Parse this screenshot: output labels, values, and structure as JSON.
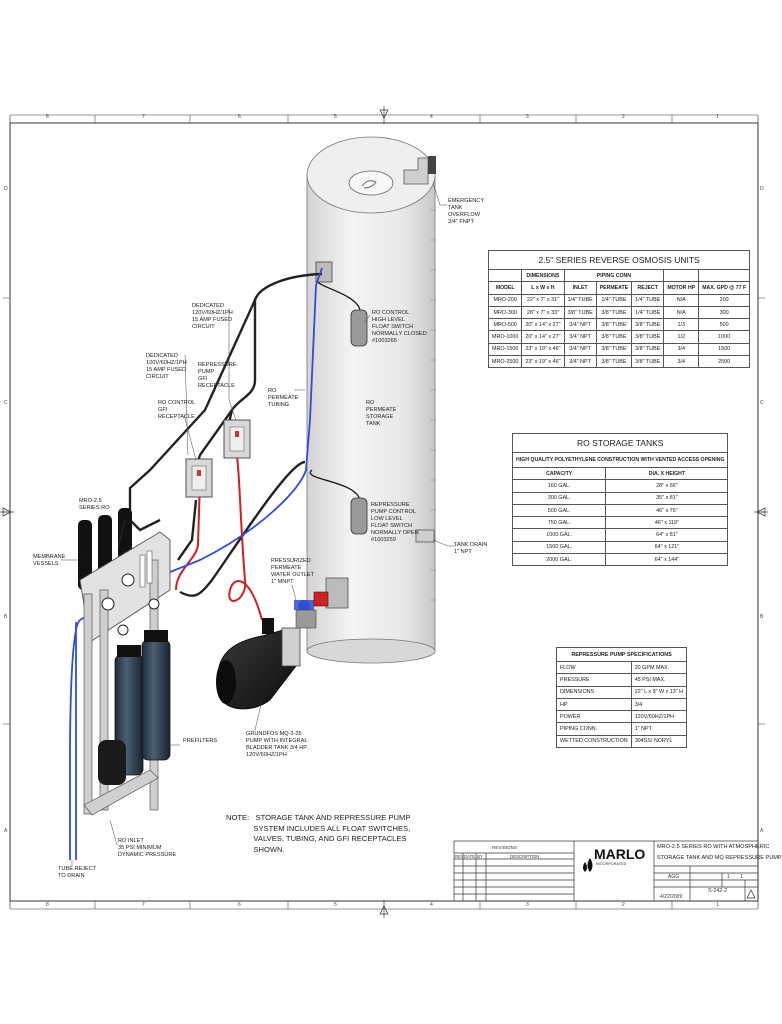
{
  "ruler": {
    "columns": [
      "8",
      "7",
      "6",
      "5",
      "4",
      "3",
      "2",
      "1"
    ],
    "rows": [
      "D",
      "C",
      "B",
      "A"
    ]
  },
  "labels": {
    "emergency_overflow": "EMERGENCY\nTANK\nOVERFLOW\n3/4\" FNPT",
    "ro_control_high": "RO CONTROL\nHIGH LEVEL\nFLOAT SWITCH\nNORMALLY CLOSED\n#1003265",
    "dedicated_15a": "DEDICATED\n120V/60HZ/1PH\n15 AMP FUSED\nCIRCUIT",
    "dedicated_15a_2": "DEDICATED\n120V/60HZ/1PH\n15 AMP FUSED\nCIRCUIT",
    "repressure_gfi": "REPRESSURE\nPUMP\nGFI\nRECEPTACLE",
    "ro_control_gfi": "RO CONTROL\nGFI\nRECEPTACLE",
    "ro_permeate_tubing": "RO\nPERMEATE\nTUBING",
    "ro_permeate_tank": "RO\nPERMEATE\nSTORAGE\nTANK",
    "repressure_low": "REPRESSURE\nPUMP CONTROL\nLOW LEVEL\nFLOAT SWITCH\nNORMALLY OPEN\n#1003259",
    "tank_drain": "TANK DRAIN\n1\" NPT",
    "mro_series": "MRO-2.5\nSERIES RO",
    "membrane_vessels": "MEMBRANE\nVESSELS",
    "pressurized_outlet": "PRESSURIZED\nPERMEATE\nWATER OUTLET\n1\" MNPT",
    "prefilters": "PREFILTERS",
    "grundfos": "GRUNDFOS MQ-3-35\nPUMP WITH INTEGRAL\nBLADDER TANK 3/4 HP\n120V/60HZ/1PH",
    "ro_inlet": "RO INLET\n35 PSI MINIMUM\nDYNAMIC PRESSURE",
    "tube_reject": "TUBE REJECT\nTO DRAIN"
  },
  "note": "NOTE:   STORAGE TANK AND REPRESSURE PUMP\n             SYSTEM INCLUDES ALL FLOAT SWITCHES,\n             VALVES, TUBING, AND GFI RECEPTACLES\n             SHOWN.",
  "units_table": {
    "title": "2.5\" SERIES REVERSE OSMOSIS UNITS",
    "group_headers": [
      "DIMENSIONS",
      "PIPING CONN"
    ],
    "headers": [
      "MODEL",
      "L x W x H",
      "INLET",
      "PERMEATE",
      "REJECT",
      "MOTOR HP",
      "MAX. GPD @ 77 F"
    ],
    "rows": [
      [
        "MRO-200",
        "22\" x 7\" x 31\"",
        "1/4\" TUBE",
        "1/4\" TUBE",
        "1/4\" TUBE",
        "N/A",
        "200"
      ],
      [
        "MRO-300",
        "28\" x 7\" x 33\"",
        "3/8\" TUBE",
        "3/8\" TUBE",
        "1/4\" TUBE",
        "N/A",
        "300"
      ],
      [
        "MRO-500",
        "20\" x 14\" x 27\"",
        "3/4\" NPT",
        "3/8\" TUBE",
        "3/8\" TUBE",
        "1/3",
        "500"
      ],
      [
        "MRO-1000",
        "20\" x 14\" x 27\"",
        "3/4\" NPT",
        "3/8\" TUBE",
        "3/8\" TUBE",
        "1/2",
        "1000"
      ],
      [
        "MRO-1500",
        "23\" x 19\" x 46\"",
        "3/4\" NPT",
        "3/8\" TUBE",
        "3/8\" TUBE",
        "3/4",
        "1500"
      ],
      [
        "MRO-2500",
        "23\" x 19\" x 46\"",
        "3/4\" NPT",
        "3/8\" TUBE",
        "3/8\" TUBE",
        "3/4",
        "2500"
      ]
    ]
  },
  "tanks_table": {
    "title": "RO STORAGE TANKS",
    "subtitle": "HIGH QUALITY POLYETHYLENE CONSTRUCTION WITH VENTED ACCESS OPENING",
    "headers": [
      "CAPACITY",
      "DIA. X HEIGHT"
    ],
    "rows": [
      [
        "160 GAL.",
        "28\" x 66\""
      ],
      [
        "300 GAL.",
        "35\" x 81\""
      ],
      [
        "500 GAL.",
        "46\" x 76\""
      ],
      [
        "750 GAL.",
        "46\" x 119\""
      ],
      [
        "1000 GAL.",
        "64\" x 81\""
      ],
      [
        "1500 GAL.",
        "64\" x 121\""
      ],
      [
        "2000 GAL.",
        "64\" x 144\""
      ]
    ]
  },
  "pump_table": {
    "title": "REPRESSURE PUMP SPECIFICATIONS",
    "rows": [
      [
        "FLOW",
        "20 GPM MAX."
      ],
      [
        "PRESSURE",
        "45 PSI MAX."
      ],
      [
        "DIMENSIONS",
        "22\" L x 9\" W x 13\" H"
      ],
      [
        "HP",
        "3/4"
      ],
      [
        "POWER",
        "120V/60HZ/1PH"
      ],
      [
        "PIPING CONN.",
        "1\" NPT"
      ],
      [
        "WETTED CONSTRUCTION",
        "304SS/ NORYL"
      ]
    ]
  },
  "title_block": {
    "revisions": "REVISIONS",
    "logo": "MARLO",
    "logo_sub": "INCORPORATED",
    "drawing_title": "MRO-2.5 SERIES RO WITH ATMOSPHERIC\nSTORAGE TANK AND MQ REPRESSURE PUMP",
    "drawn_by": "AGG",
    "sheet": "1",
    "of": "1",
    "dwg_no": "S-242-2",
    "date": "4/22/2009",
    "rev_cols": [
      "REV",
      "DATE",
      "BY",
      "DESCRIPTION"
    ]
  },
  "colors": {
    "permeate_line": "#2e4fd1",
    "power_cord": "#222222",
    "red_wire": "#d22020",
    "tank": "#ececec",
    "pump_body": "#1a1a1a"
  }
}
